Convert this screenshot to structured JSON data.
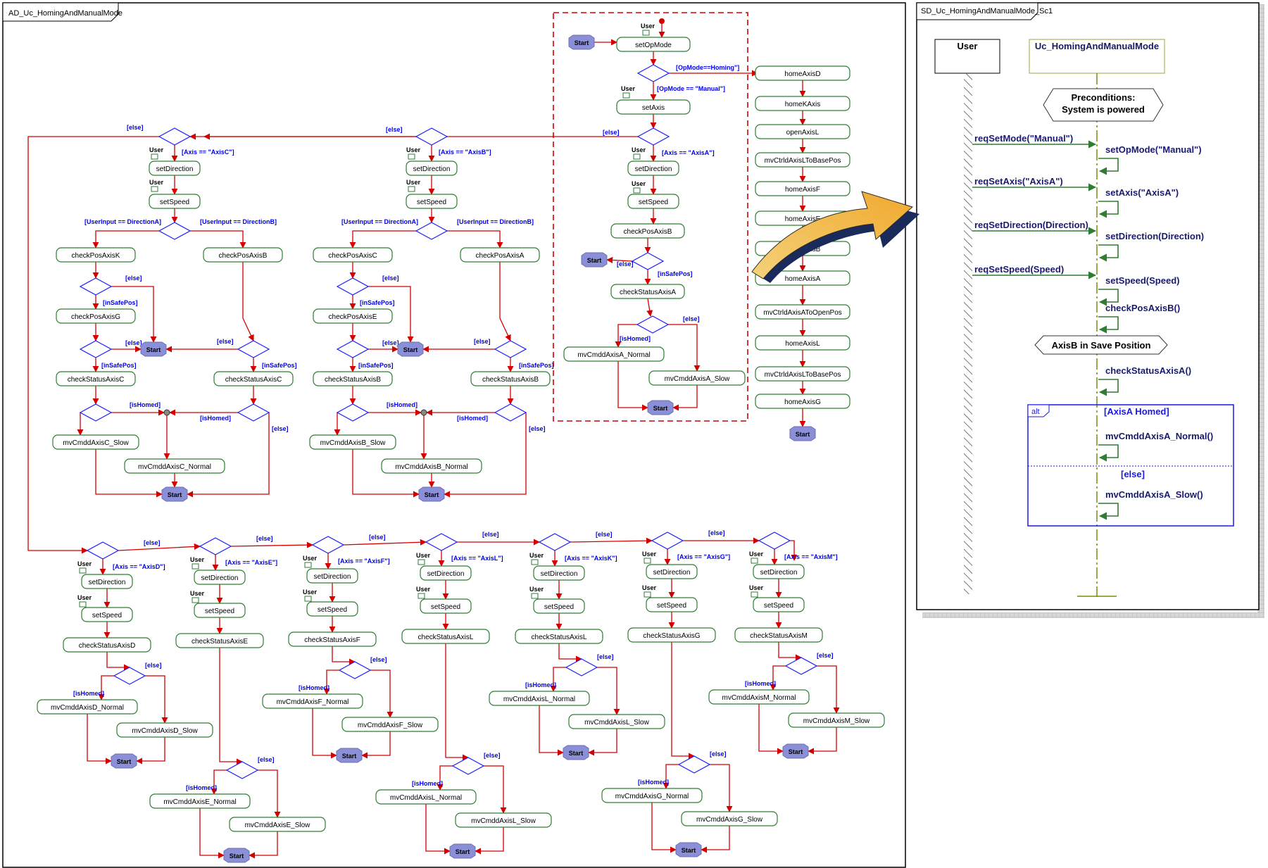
{
  "activity_frame": {
    "title": "AD_Uc_HomingAndManualMode",
    "user_label": "User",
    "start_label": "Start",
    "op": {
      "setOpMode": "setOpMode",
      "setAxis": "setAxis",
      "guard_homing": "[OpMode==Homing\"]",
      "guard_manual": "[OpMode == \"Manual\"]",
      "else": "[else]",
      "guard_axisA": "[Axis == \"AxisA\"]",
      "setDirection": "setDirection",
      "setSpeed": "setSpeed",
      "checkPosAxisB": "checkPosAxisB",
      "inSafePos": "[inSafePos]",
      "checkStatusAxisA": "checkStatusAxisA",
      "isHomed": "[isHomed]",
      "normal": "mvCmddAxisA_Normal",
      "slow": "mvCmddAxisA_Slow"
    },
    "homing_sequence": [
      "homeAxisD",
      "homeKAxis",
      "openAxisL",
      "mvCtrldAxisLToBasePos",
      "homeAxisF",
      "homeAxisE",
      "homeAxisB",
      "homeAxisA",
      "mvCtrldAxisAToOpenPos",
      "homeAxisL",
      "mvCtrldAxisLToBasePos",
      "homeAxisG"
    ],
    "big_blocks": [
      {
        "guard": "[Axis == \"AxisC\"]",
        "else": "[else]",
        "setDirection": "setDirection",
        "setSpeed": "setSpeed",
        "dirA": "[UserInput == DirectionA]",
        "dirB": "[UserInput == DirectionB]",
        "checkPosL": "checkPosAxisK",
        "checkPosR": "checkPosAxisB",
        "checkPosL2": "checkPosAxisG",
        "inSafePos": "[inSafePos]",
        "checkStatusL": "checkStatusAxisC",
        "checkStatusR": "checkStatusAxisC",
        "isHomed": "[isHomed]",
        "slow": "mvCmddAxisC_Slow",
        "normal": "mvCmddAxisC_Normal"
      },
      {
        "guard": "[Axis == \"AxisB\"]",
        "else": "[else]",
        "setDirection": "setDirection",
        "setSpeed": "setSpeed",
        "dirA": "[UserInput == DirectionA]",
        "dirB": "[UserInput == DirectionB]",
        "checkPosL": "checkPosAxisC",
        "checkPosR": "checkPosAxisA",
        "checkPosL2": "checkPosAxisE",
        "inSafePos": "[inSafePos]",
        "checkStatusL": "checkStatusAxisB",
        "checkStatusR": "checkStatusAxisB",
        "isHomed": "[isHomed]",
        "slow": "mvCmddAxisB_Slow",
        "normal": "mvCmddAxisB_Normal"
      }
    ],
    "small_blocks": [
      {
        "guard": "[Axis == \"AxisD\"]",
        "check": "checkStatusAxisD",
        "normal": "mvCmddAxisD_Normal",
        "slow": "mvCmddAxisD_Slow"
      },
      {
        "guard": "[Axis == \"AxisE\"]",
        "check": "checkStatusAxisE",
        "normal": "mvCmddAxisE_Normal",
        "slow": "mvCmddAxisE_Slow"
      },
      {
        "guard": "[Axis == \"AxisF\"]",
        "check": "checkStatusAxisF",
        "normal": "mvCmddAxisF_Normal",
        "slow": "mvCmddAxisF_Slow"
      },
      {
        "guard": "[Axis == \"AxisL\"]",
        "check": "checkStatusAxisL",
        "normal": "mvCmddAxisL_Normal",
        "slow": "mvCmddAxisL_Slow"
      },
      {
        "guard": "[Axis == \"AxisK\"]",
        "check": "checkStatusAxisL",
        "normal": "mvCmddAxisL_Normal",
        "slow": "mvCmddAxisL_Slow"
      },
      {
        "guard": "[Axis == \"AxisG\"]",
        "check": "checkStatusAxisG",
        "normal": "mvCmddAxisG_Normal",
        "slow": "mvCmddAxisG_Slow"
      },
      {
        "guard": "[Axis == \"AxisM\"]",
        "check": "checkStatusAxisM",
        "normal": "mvCmddAxisM_Normal",
        "slow": "mvCmddAxisM_Slow"
      }
    ],
    "small_labels": {
      "setDirection": "setDirection",
      "setSpeed": "setSpeed",
      "else": "[else]",
      "isHomed": "[isHomed]"
    }
  },
  "sequence_frame": {
    "title": "SD_Uc_HomingAndManualMode_Sc1",
    "lifeline_user": "User",
    "lifeline_uc": "Uc_HomingAndManualMode",
    "precondition_line1": "Preconditions:",
    "precondition_line2": "System is powered",
    "messages": [
      {
        "call": "reqSetMode(\"Manual\")",
        "self": "setOpMode(\"Manual\")"
      },
      {
        "call": "reqSetAxis(\"AxisA\")",
        "self": "setAxis(\"AxisA\")"
      },
      {
        "call": "reqSetDirection(Direction)",
        "self": "setDirection(Direction)"
      },
      {
        "call": "reqSetSpeed(Speed)",
        "self": "setSpeed(Speed)"
      }
    ],
    "self_checkPos": "checkPosAxisB()",
    "condition": "AxisB in Save Position",
    "self_checkStatus": "checkStatusAxisA()",
    "alt_keyword": "alt",
    "alt_guard1": "[AxisA Homed]",
    "alt_msg1": "mvCmddAxisA_Normal()",
    "alt_guard2": "[else]",
    "alt_msg2": "mvCmddAxisA_Slow()"
  },
  "colors": {
    "action_border": "#2e7d32",
    "control_flow": "#d40000",
    "guard_text": "#0000ee",
    "decision": "#1a1aff",
    "final_node": "#8a8fd8",
    "message": "#2e7d32",
    "arrow_fill": "#f2c252",
    "arrow_edge": "#1a2a5a"
  }
}
